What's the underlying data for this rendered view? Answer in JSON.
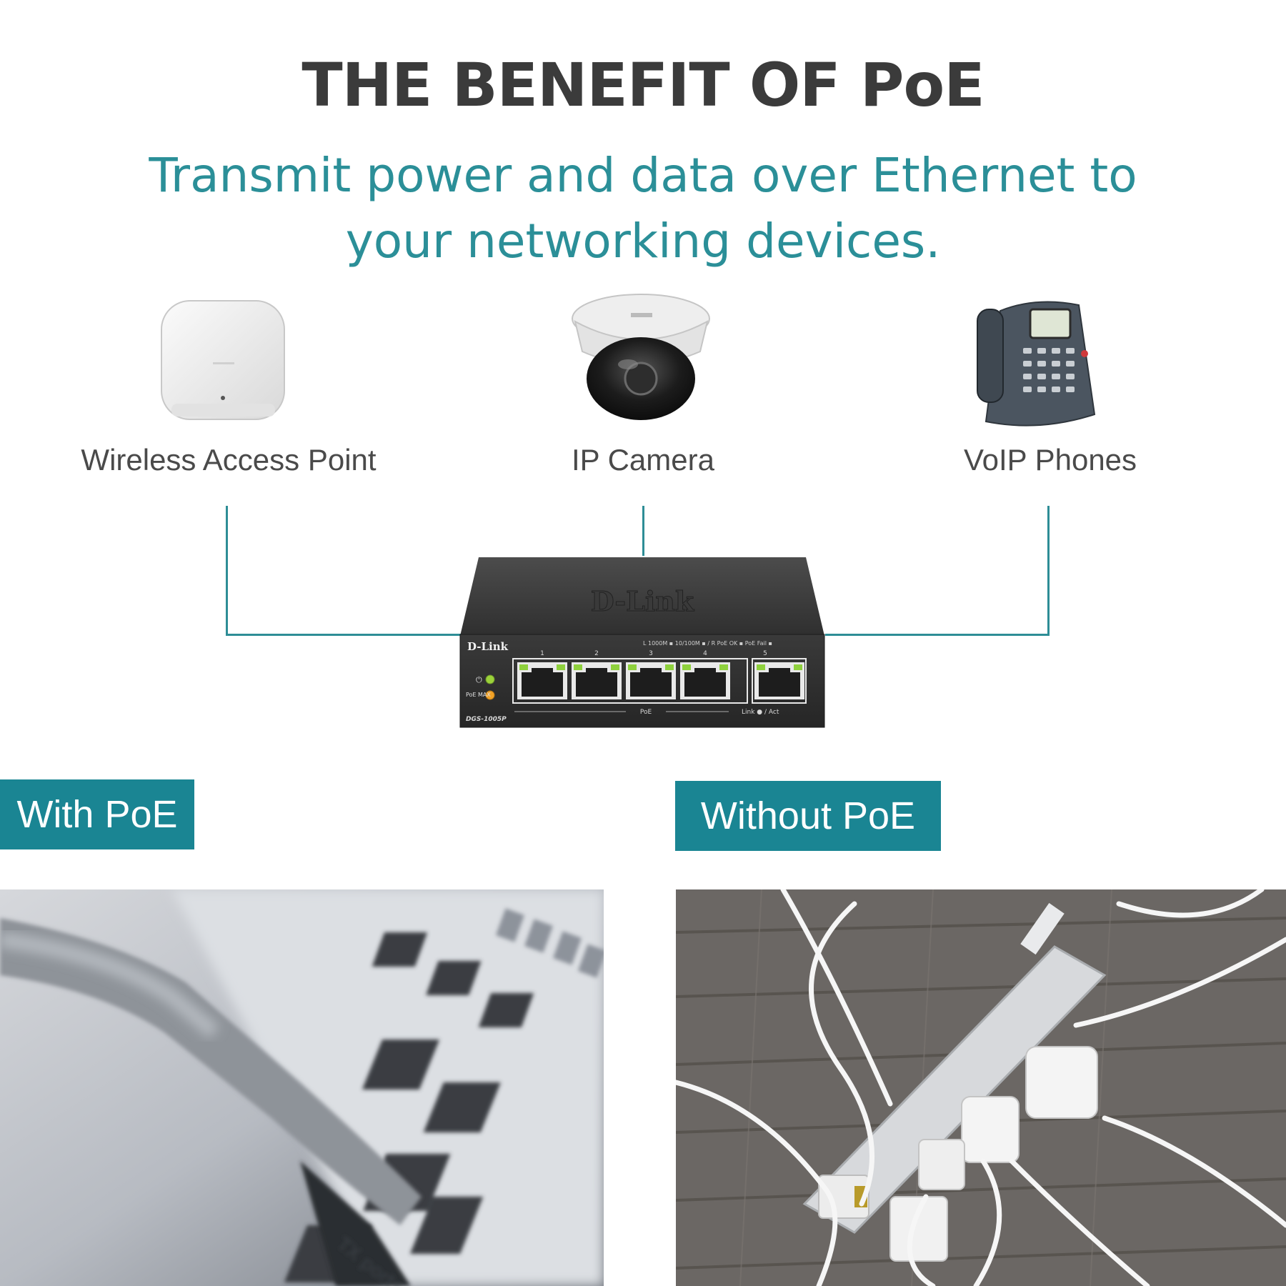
{
  "header": {
    "title": "THE BENEFIT OF PoE",
    "subtitle": "Transmit power and data over Ethernet to your networking devices."
  },
  "devices": [
    {
      "label": "Wireless Access Point",
      "icon": "access-point-icon"
    },
    {
      "label": "IP Camera",
      "icon": "dome-camera-icon"
    },
    {
      "label": "VoIP Phones",
      "icon": "voip-phone-icon"
    }
  ],
  "switch": {
    "brand": "D-Link",
    "model": "DGS-1005P",
    "port_numbers": [
      "1",
      "2",
      "3",
      "4",
      "5"
    ],
    "led_legend": "L 1000M ▪ 10/100M ▪ / R PoE OK ▪ PoE Fail ▪",
    "poe_label": "PoE",
    "link_label": "Link ● / Act",
    "poe_max_label": "PoE MAX"
  },
  "sections": {
    "with_label": "With PoE",
    "without_label": "Without PoE"
  },
  "photo_text": {
    "ports_caption": "TX ports are"
  },
  "colors": {
    "accent": "#1a8593",
    "connector": "#2e8d96",
    "title": "#3b3b3b"
  }
}
